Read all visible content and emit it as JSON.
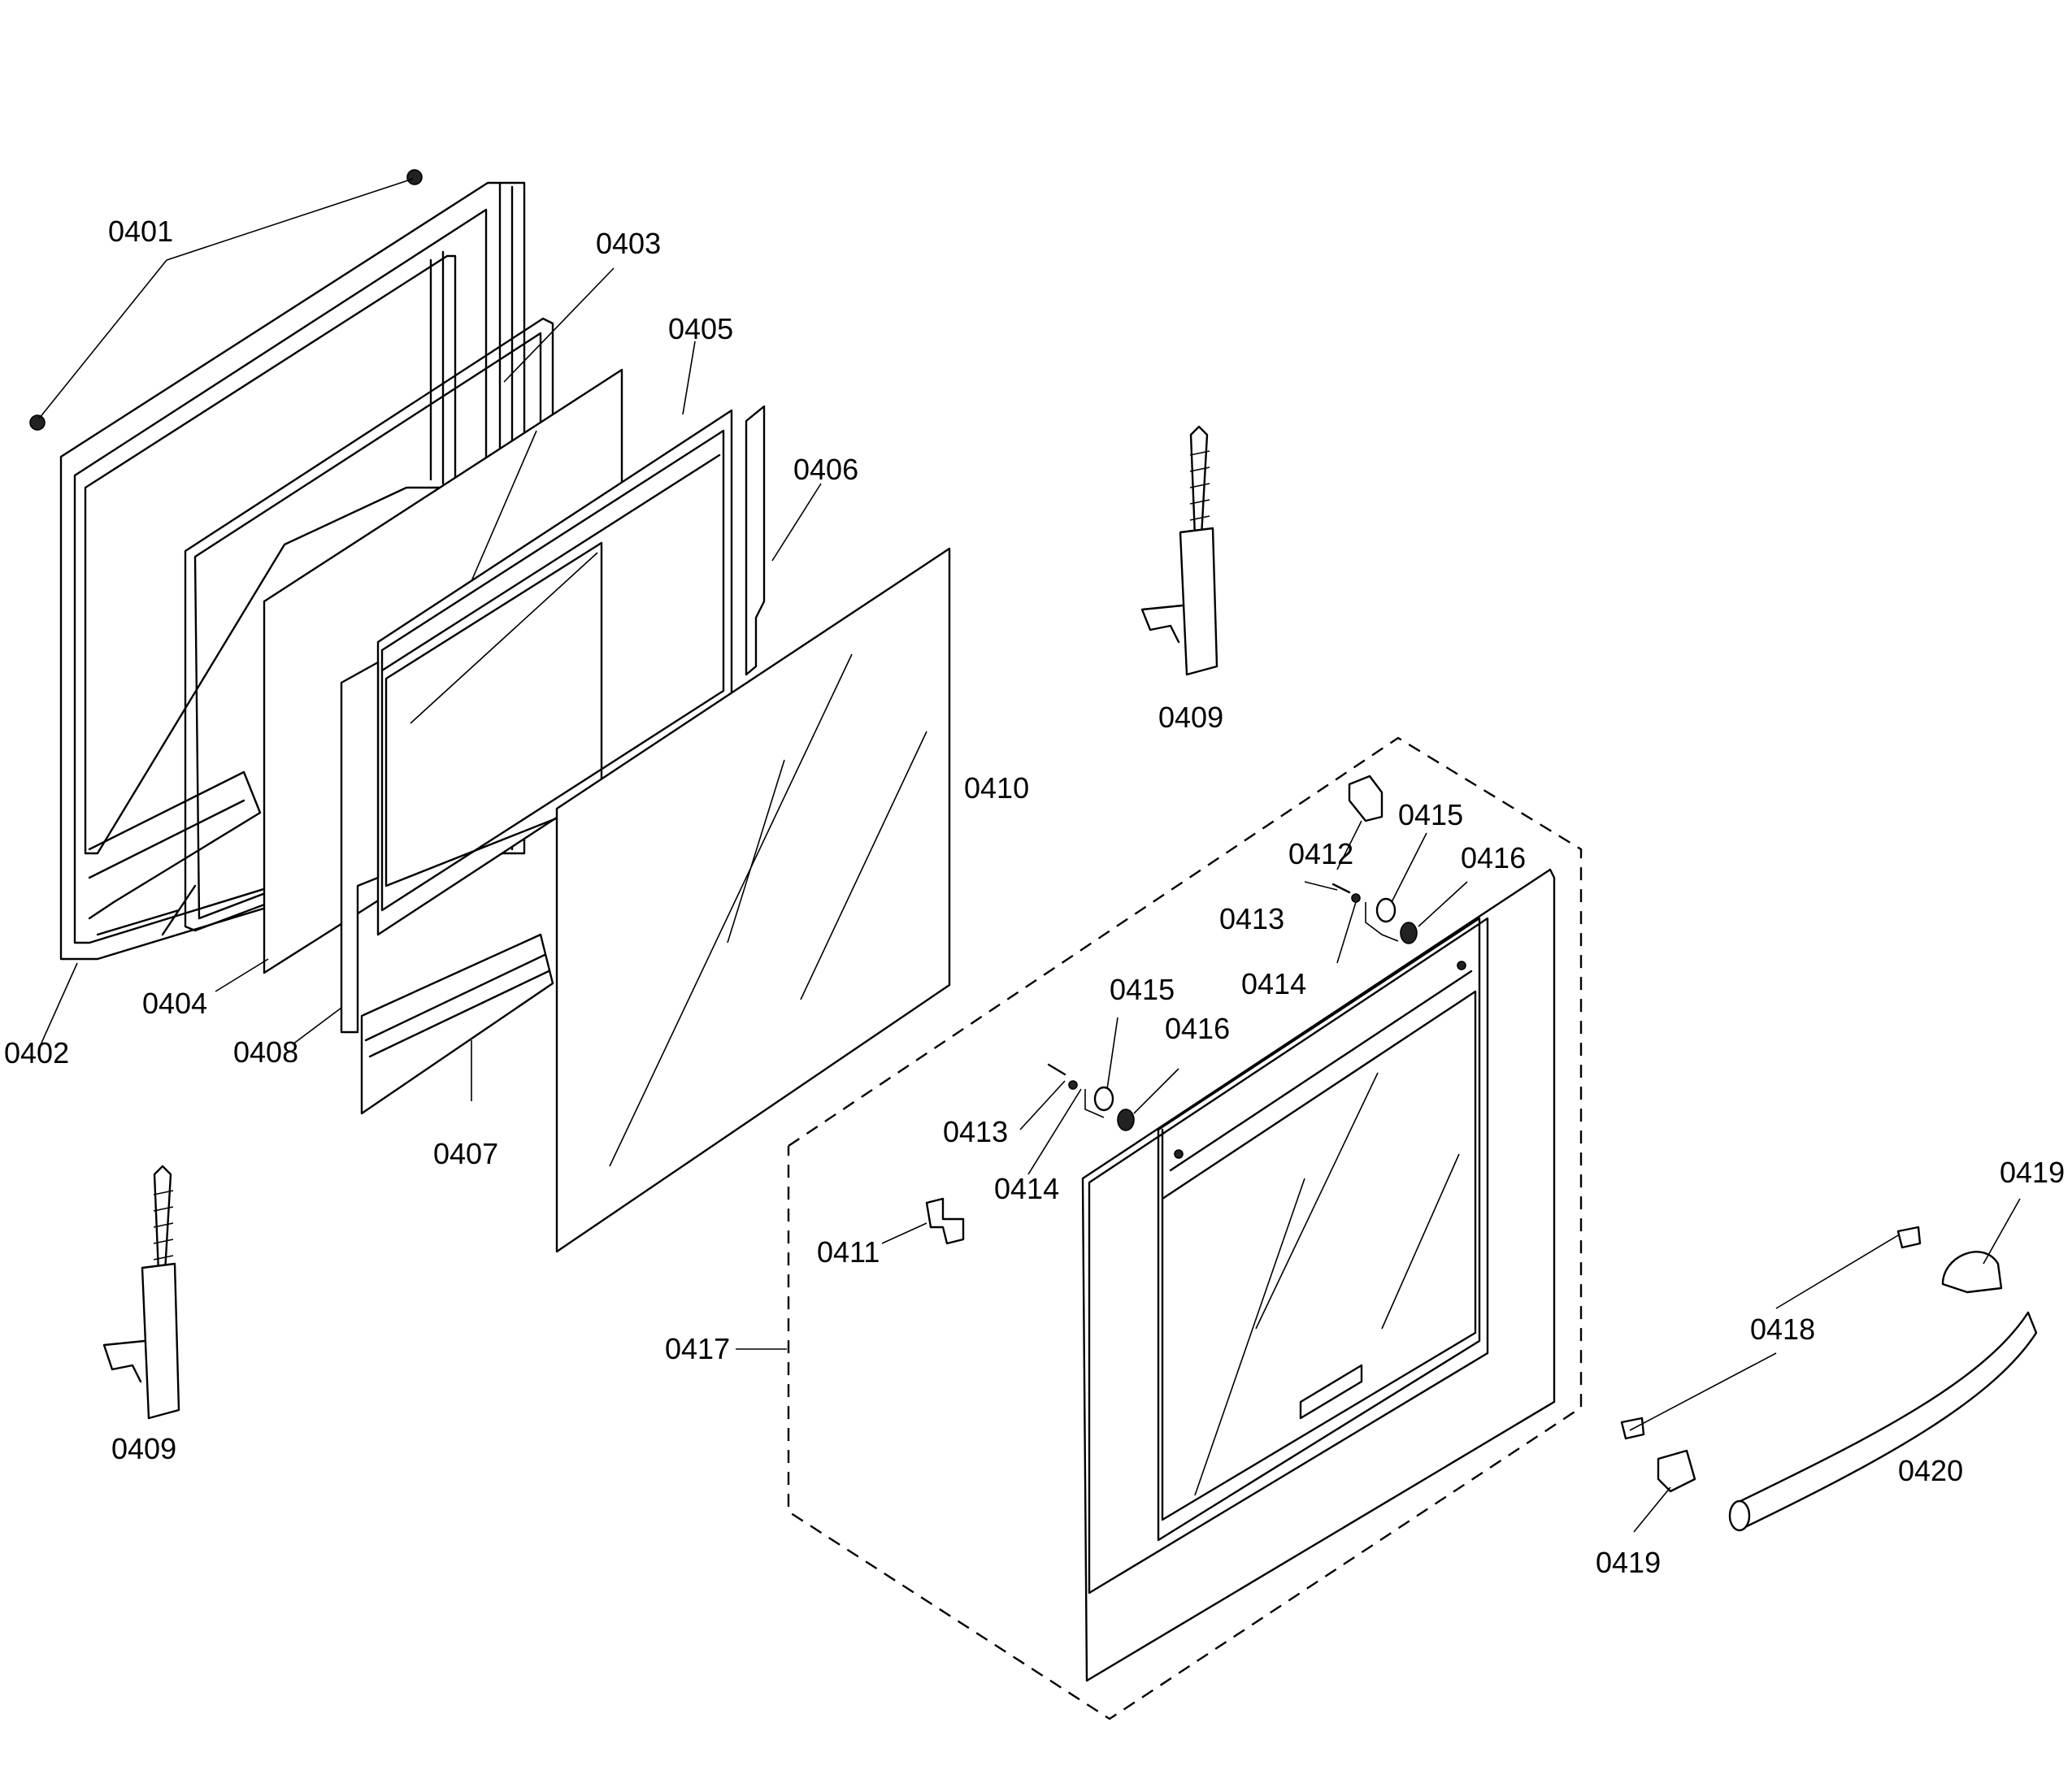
{
  "diagram": {
    "labels": {
      "p0401": "0401",
      "p0402": "0402",
      "p0403": "0403",
      "p0404": "0404",
      "p0405": "0405",
      "p0406": "0406",
      "p0407": "0407",
      "p0408": "0408",
      "p0409_upper": "0409",
      "p0409_lower": "0409",
      "p0410": "0410",
      "p0411": "0411",
      "p0412": "0412",
      "p0413_upper": "0413",
      "p0413_lower": "0413",
      "p0414_upper": "0414",
      "p0414_lower": "0414",
      "p0415_upper": "0415",
      "p0415_lower": "0415",
      "p0416_upper": "0416",
      "p0416_lower": "0416",
      "p0417": "0417",
      "p0418": "0418",
      "p0419_upper": "0419",
      "p0419_lower": "0419",
      "p0420": "0420"
    }
  }
}
